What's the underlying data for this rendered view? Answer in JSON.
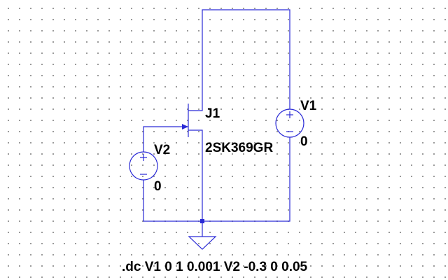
{
  "components": {
    "j1": {
      "ref": "J1",
      "model": "2SK369GR"
    },
    "v1": {
      "ref": "V1",
      "value": "0"
    },
    "v2": {
      "ref": "V2",
      "value": "0"
    }
  },
  "directive": ".dc V1 0 1 0.001 V2 -0.3 0 0.05",
  "colors": {
    "wire": "#2a2ad6",
    "text": "#000000",
    "grid_dot": "#8a8a8a"
  }
}
